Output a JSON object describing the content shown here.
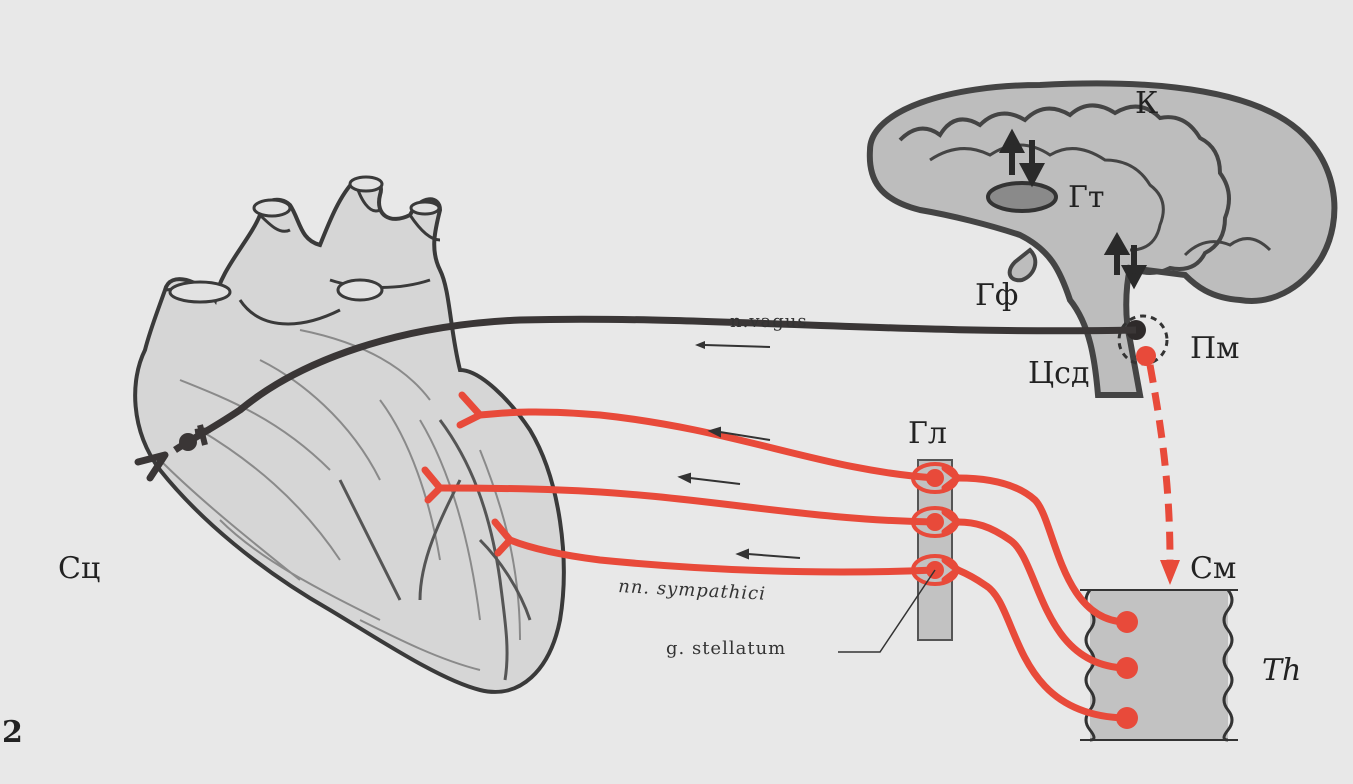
{
  "labels": {
    "cortex": "К",
    "hypothalamus": "Гт",
    "pituitary": "Гф",
    "medulla": "Пм",
    "cardiac_center": "Цсд",
    "ganglia": "Гл",
    "spinal_cord": "См",
    "heart": "Сц",
    "thoracic": "Th",
    "vagus": "n.vagus",
    "sympathetic": "nn. sympathici",
    "stellate": "g. stellatum",
    "figure_number": "2"
  },
  "colors": {
    "background": "#e8e8e8",
    "sympathetic": "#e84a3a",
    "vagus": "#3a3636",
    "brain_fill": "#b9b9b9",
    "cord_fill": "#c2c2c2"
  }
}
